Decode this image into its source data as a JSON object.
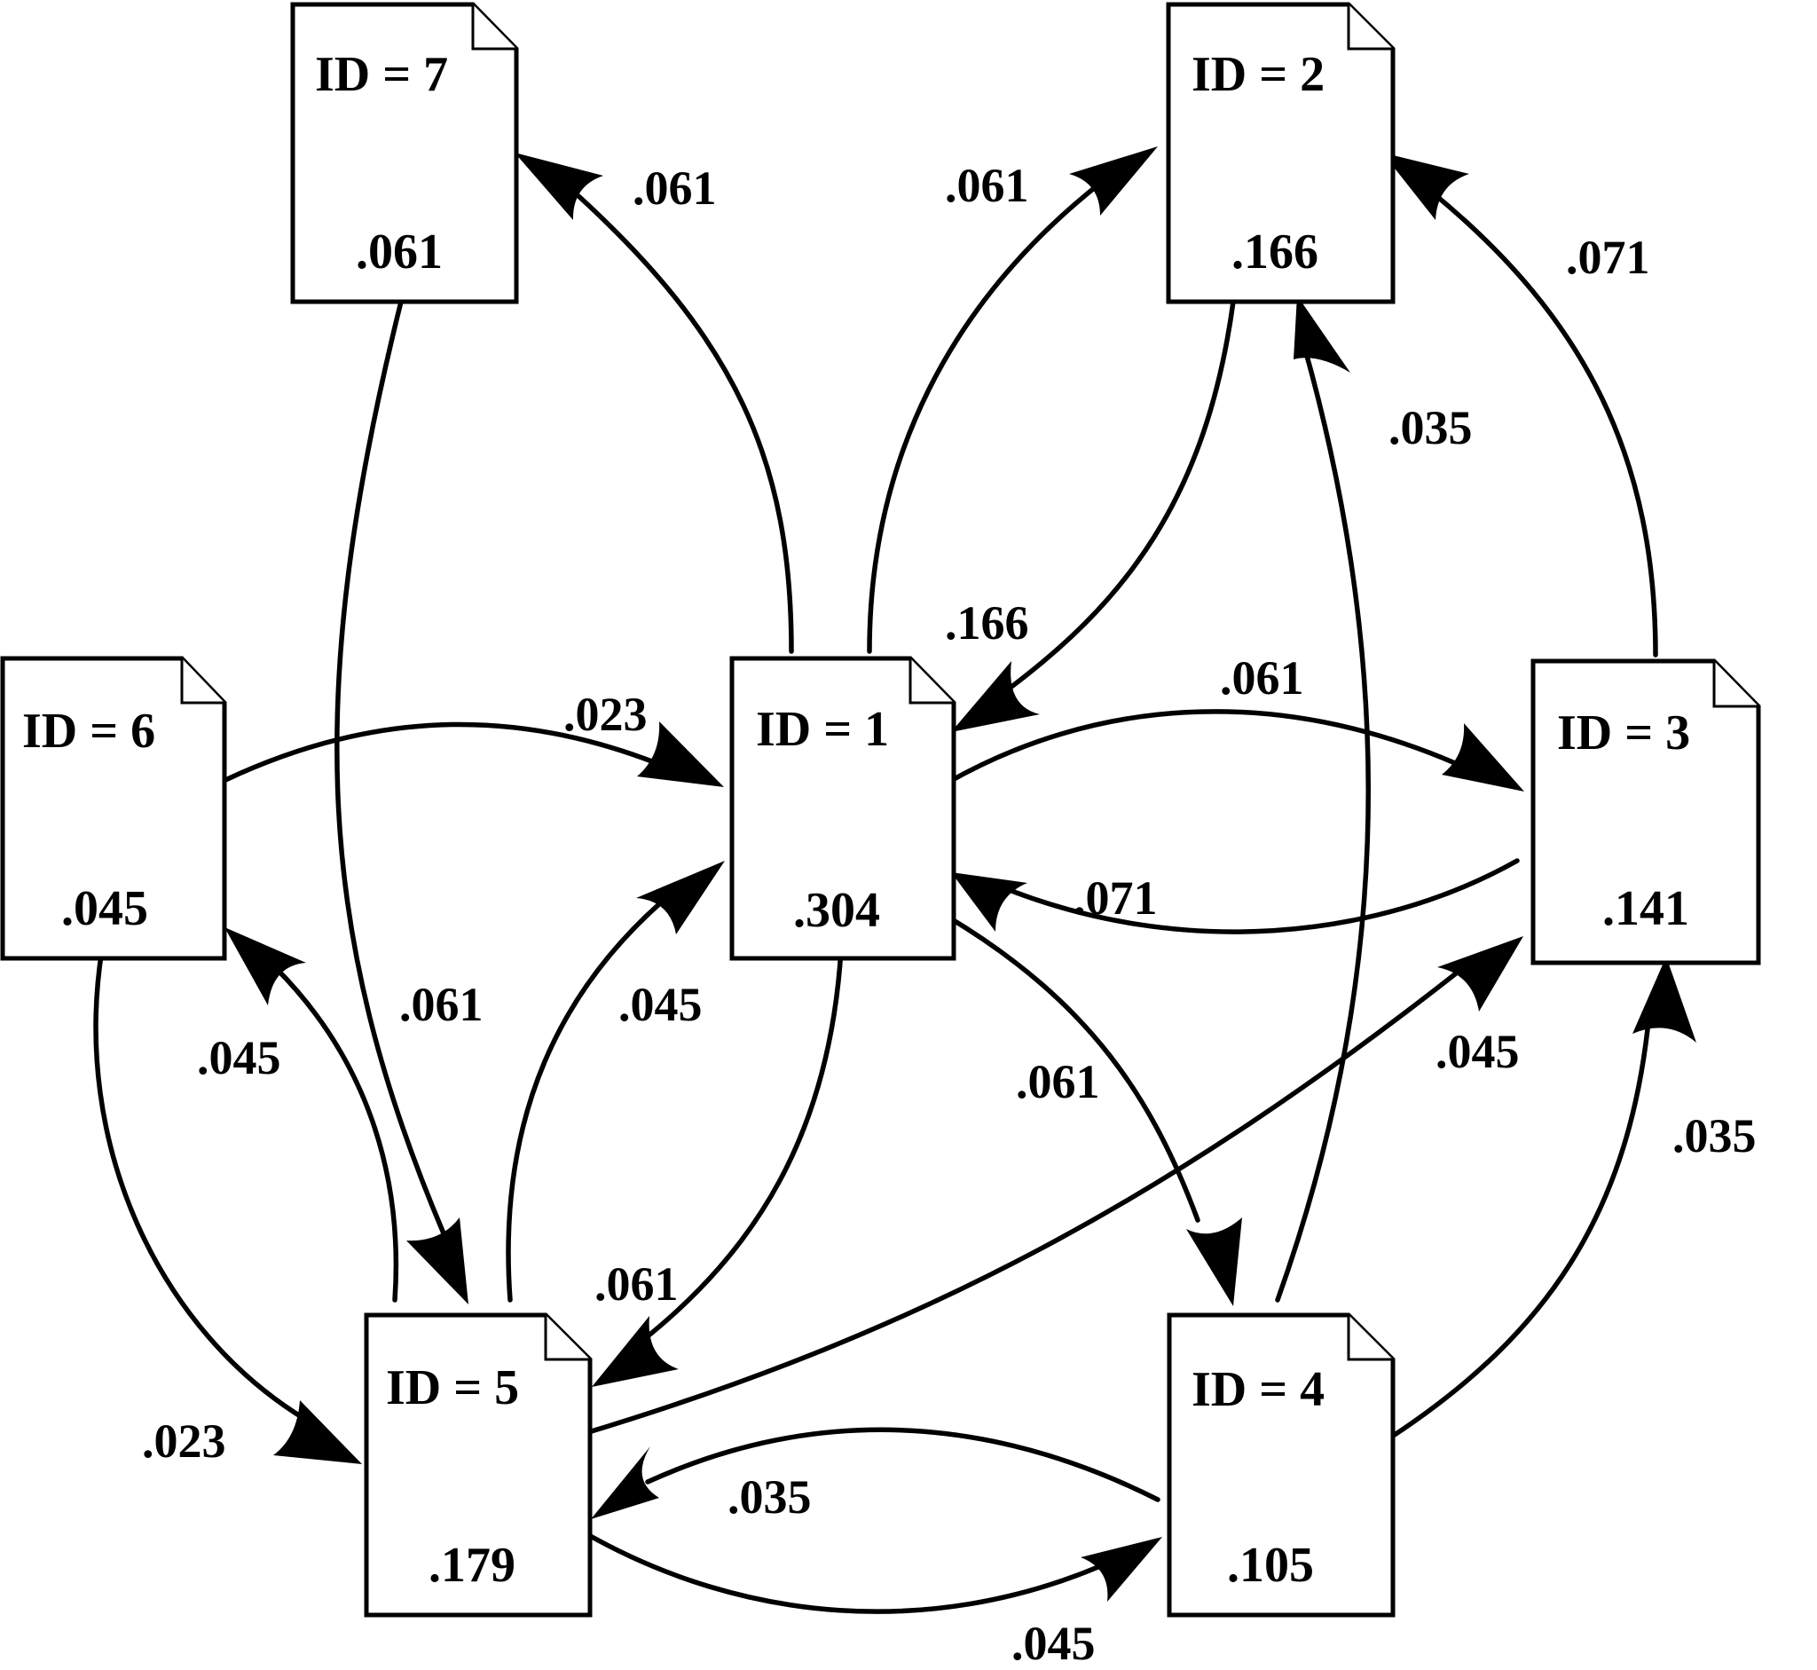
{
  "nodes": [
    {
      "key": "n7",
      "id_label": "ID = 7",
      "score": ".061"
    },
    {
      "key": "n2",
      "id_label": "ID = 2",
      "score": ".166"
    },
    {
      "key": "n6",
      "id_label": "ID = 6",
      "score": ".045"
    },
    {
      "key": "n1",
      "id_label": "ID = 1",
      "score": ".304"
    },
    {
      "key": "n3",
      "id_label": "ID = 3",
      "score": ".141"
    },
    {
      "key": "n5",
      "id_label": "ID = 5",
      "score": ".179"
    },
    {
      "key": "n4",
      "id_label": "ID = 4",
      "score": ".105"
    }
  ],
  "edges": [
    {
      "key": "e1_7",
      "from": "ID = 1",
      "to": "ID = 7",
      "weight": ".061"
    },
    {
      "key": "e1_2",
      "from": "ID = 1",
      "to": "ID = 2",
      "weight": ".061"
    },
    {
      "key": "e3_2",
      "from": "ID = 3",
      "to": "ID = 2",
      "weight": ".071"
    },
    {
      "key": "e4_2",
      "from": "ID = 4",
      "to": "ID = 2",
      "weight": ".035"
    },
    {
      "key": "e2_1",
      "from": "ID = 2",
      "to": "ID = 1",
      "weight": ".166"
    },
    {
      "key": "e6_1",
      "from": "ID = 6",
      "to": "ID = 1",
      "weight": ".023"
    },
    {
      "key": "e1_3",
      "from": "ID = 1",
      "to": "ID = 3",
      "weight": ".061"
    },
    {
      "key": "e3_1",
      "from": "ID = 3",
      "to": "ID = 1",
      "weight": ".071"
    },
    {
      "key": "e7_5",
      "from": "ID = 7",
      "to": "ID = 5",
      "weight": ".061"
    },
    {
      "key": "e5_1",
      "from": "ID = 5",
      "to": "ID = 1",
      "weight": ".045"
    },
    {
      "key": "e5_6",
      "from": "ID = 5",
      "to": "ID = 6",
      "weight": ".045"
    },
    {
      "key": "e1_4",
      "from": "ID = 1",
      "to": "ID = 4",
      "weight": ".061"
    },
    {
      "key": "e5_3",
      "from": "ID = 5",
      "to": "ID = 3",
      "weight": ".045"
    },
    {
      "key": "e4_3",
      "from": "ID = 4",
      "to": "ID = 3",
      "weight": ".035"
    },
    {
      "key": "e1_5",
      "from": "ID = 1",
      "to": "ID = 5",
      "weight": ".061"
    },
    {
      "key": "e6_5",
      "from": "ID = 6",
      "to": "ID = 5",
      "weight": ".023"
    },
    {
      "key": "e4_5",
      "from": "ID = 4",
      "to": "ID = 5",
      "weight": ".035"
    },
    {
      "key": "e5_4",
      "from": "ID = 5",
      "to": "ID = 4",
      "weight": ".045"
    }
  ]
}
